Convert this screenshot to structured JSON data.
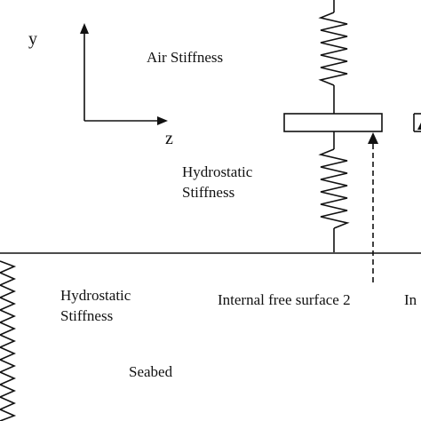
{
  "axes": {
    "y_label": "y",
    "z_label": "z"
  },
  "labels": {
    "air_stiffness": "Air Stiffness",
    "hydrostatic_upper_line1": "Hydrostatic",
    "hydrostatic_upper_line2": "Stiffness",
    "hydrostatic_lower_line1": "Hydrostatic",
    "hydrostatic_lower_line2": "Stiffness",
    "internal_free_surface_2": "Internal free surface 2",
    "internal_free_surface_next": "In",
    "seabed": "Seabed"
  },
  "colors": {
    "ink": "#111111",
    "background": "#ffffff"
  }
}
